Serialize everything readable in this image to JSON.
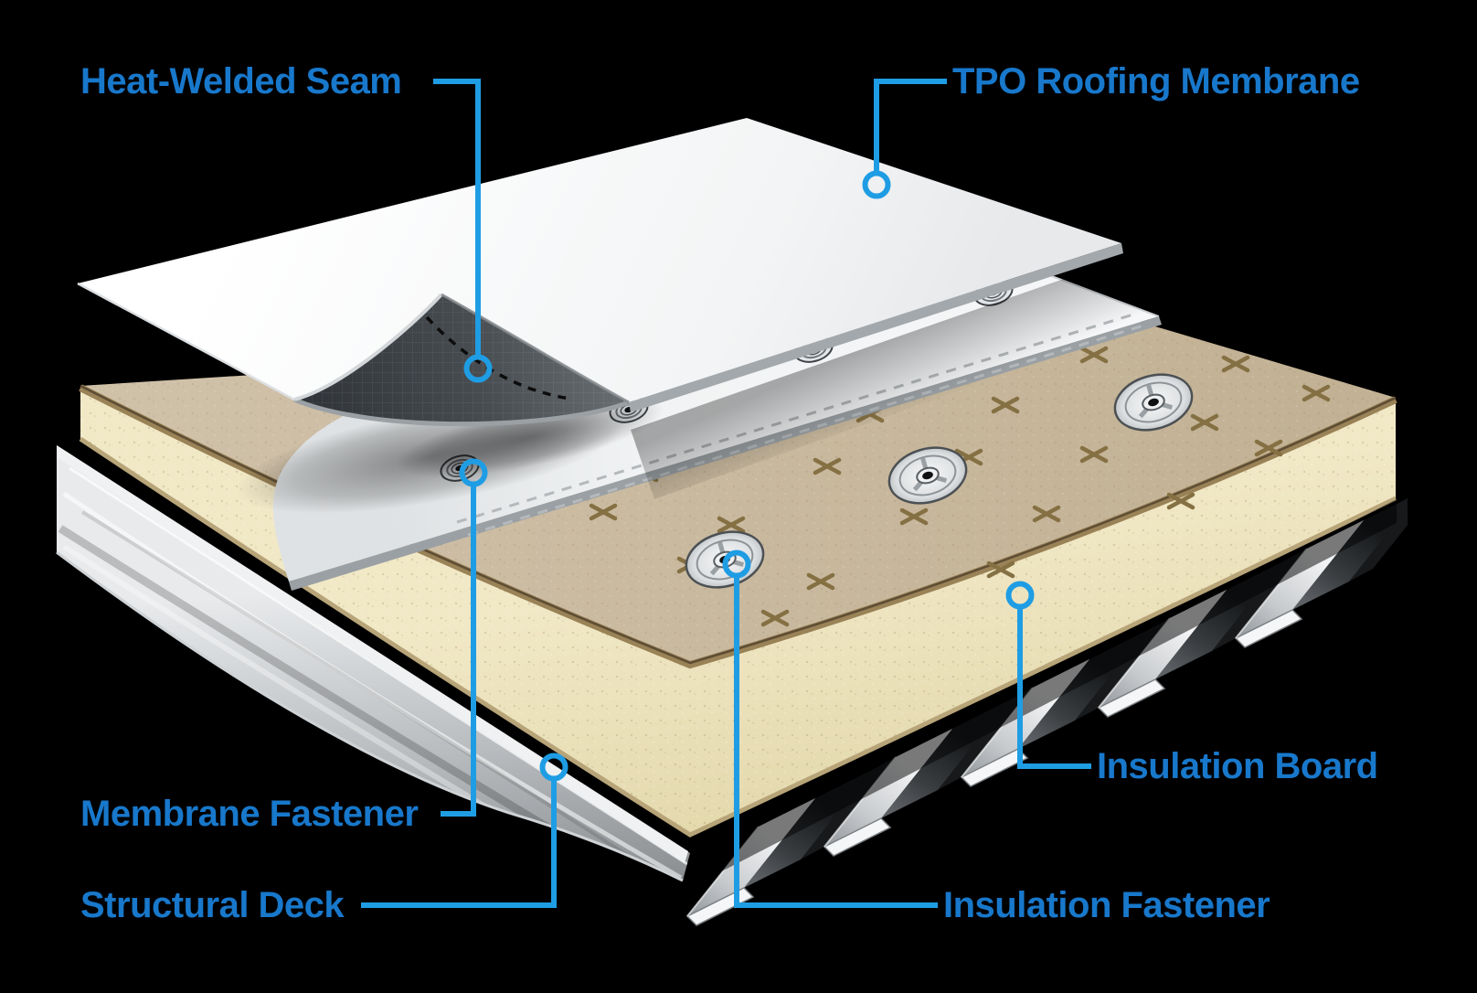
{
  "page": {
    "background": "#000000"
  },
  "colors": {
    "label_text": "#1878cb",
    "leader_line": "#1f9de4",
    "tpo_membrane_white": "#f7f8f9",
    "membrane_underside_dark": "#43474b",
    "cover_strip_white": "#eef0f2",
    "insulation_facer_tan": "#c9b9a0",
    "insulation_foam_cream": "#ece2ba",
    "facer_edge_brown": "#8c7550",
    "steel_deck_silver": "#c3c7ca",
    "background_black": "#000000"
  },
  "labels": [
    {
      "id": "heat-welded-seam",
      "text": "Heat-Welded Seam"
    },
    {
      "id": "tpo-roofing-membrane",
      "text": "TPO Roofing Membrane"
    },
    {
      "id": "membrane-fastener",
      "text": "Membrane Fastener"
    },
    {
      "id": "structural-deck",
      "text": "Structural Deck"
    },
    {
      "id": "insulation-board",
      "text": "Insulation Board"
    },
    {
      "id": "insulation-fastener",
      "text": "Insulation Fastener"
    }
  ],
  "diagram": {
    "type": "exploded-roof-assembly-illustration",
    "layers_top_to_bottom": [
      "TPO Roofing Membrane",
      "Cover strip with membrane fasteners and heat-welded seam",
      "Insulation Board with insulation fasteners",
      "Structural Deck (corrugated steel)"
    ],
    "membrane_fastener_count_visible": 4,
    "insulation_fastener_count_visible": 3
  }
}
